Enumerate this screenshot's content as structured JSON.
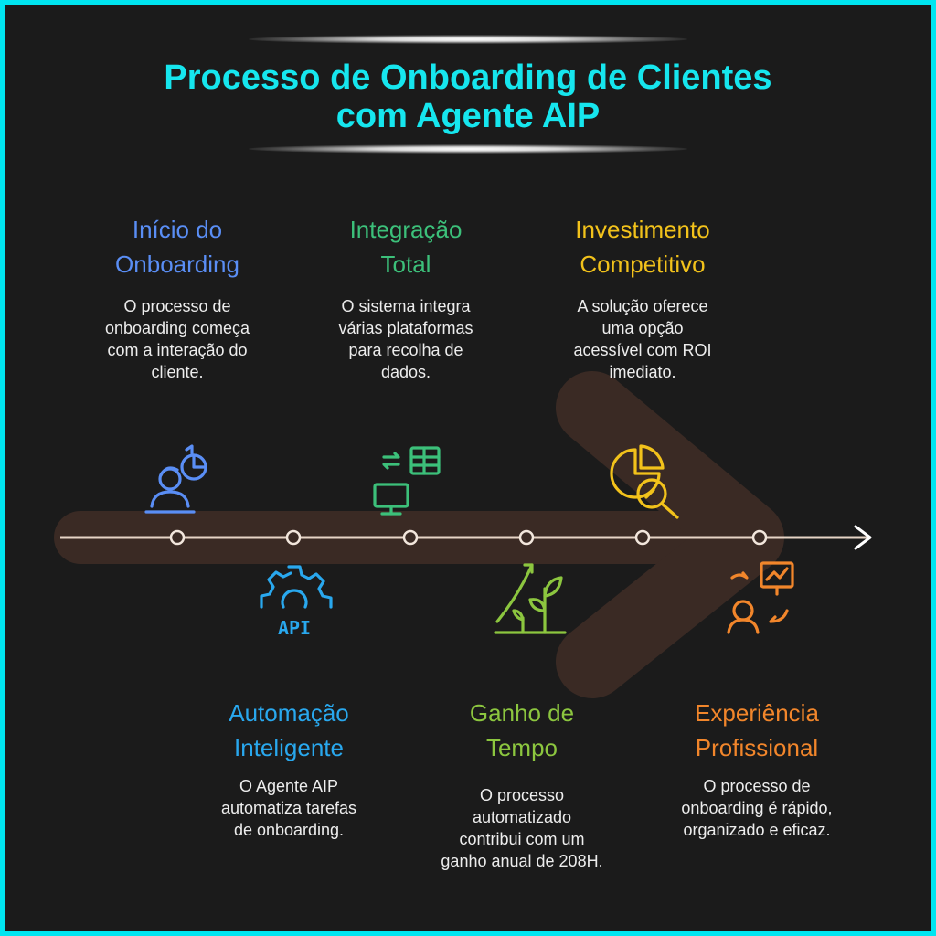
{
  "title": {
    "line1": "Processo de Onboarding de Clientes",
    "line2": "com Agente AIP"
  },
  "colors": {
    "title": "#16e6ee",
    "step1": "#5a8ef5",
    "step2": "#29a8ee",
    "step3": "#3cc07a",
    "step4": "#8cc63f",
    "step5": "#f2c21b",
    "step6": "#f2862b",
    "arrow_band": "#3a2a24",
    "timeline": "#e0e0e0"
  },
  "steps": [
    {
      "title_l1": "Início do",
      "title_l2": "Onboarding",
      "desc_l1": "O processo de",
      "desc_l2": "onboarding começa",
      "desc_l3": "com a interação do",
      "desc_l4": "cliente.",
      "icon": "customer-interaction-icon"
    },
    {
      "title_l1": "Automação",
      "title_l2": "Inteligente",
      "desc_l1": "O Agente AIP",
      "desc_l2": "automatiza tarefas",
      "desc_l3": "de onboarding.",
      "icon": "api-gear-icon",
      "icon_text": "API"
    },
    {
      "title_l1": "Integração",
      "title_l2": "Total",
      "desc_l1": "O sistema integra",
      "desc_l2": "várias plataformas",
      "desc_l3": "para recolha de",
      "desc_l4": "dados.",
      "icon": "data-integration-icon"
    },
    {
      "title_l1": "Ganho de",
      "title_l2": "Tempo",
      "desc_l1": "O processo",
      "desc_l2": "automatizado",
      "desc_l3": "contribui com um",
      "desc_l4": "ganho anual de 208H.",
      "icon": "growth-plant-icon"
    },
    {
      "title_l1": "Investimento",
      "title_l2": "Competitivo",
      "desc_l1": "A solução oferece",
      "desc_l2": "uma opção",
      "desc_l3": "acessível com ROI",
      "desc_l4": "imediato.",
      "icon": "pie-chart-magnifier-icon"
    },
    {
      "title_l1": "Experiência",
      "title_l2": "Profissional",
      "desc_l1": "O processo de",
      "desc_l2": "onboarding é rápido,",
      "desc_l3": "organizado e eficaz.",
      "icon": "professional-presentation-icon"
    }
  ]
}
